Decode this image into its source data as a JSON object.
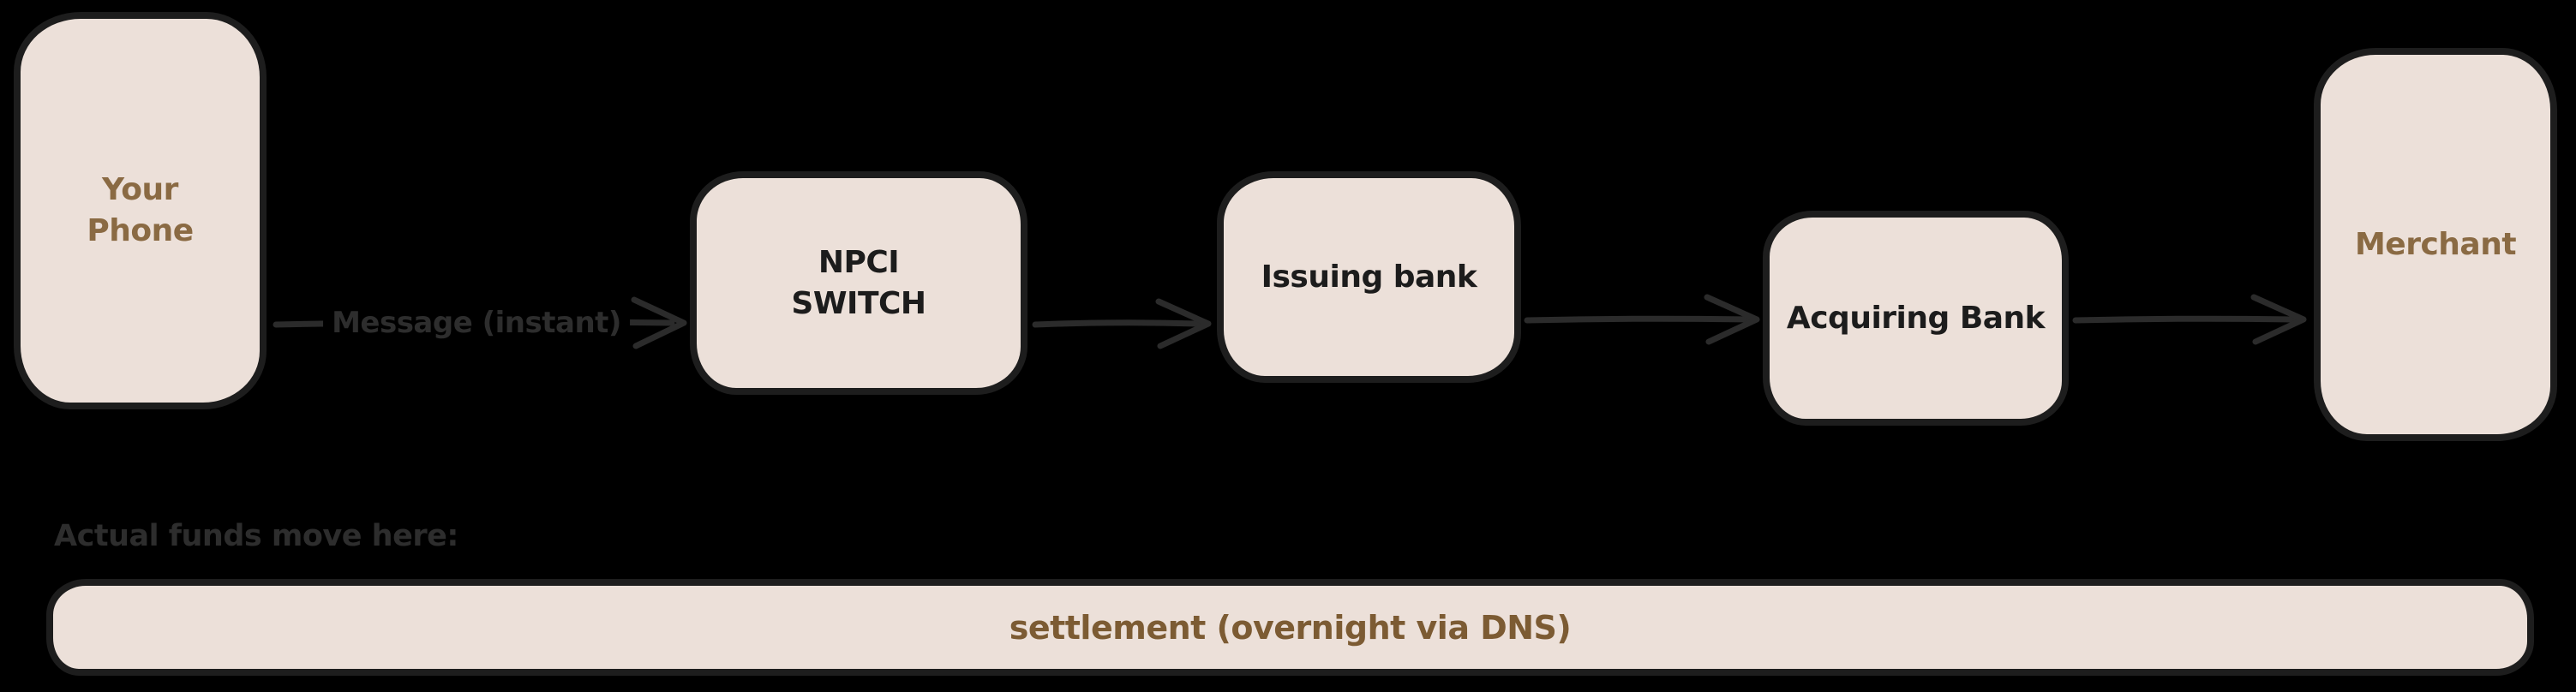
{
  "diagram": {
    "background": "#000000",
    "palette": {
      "node_fill": "#ece0d9",
      "node_border": "#1d1d1d",
      "arrow": "#2b2b2b",
      "dark_text": "#1c1c1c",
      "gray_label_text": "#2d2d2d",
      "brown_text": "#8a6a43",
      "settlement_text": "#7c5b33"
    },
    "nodes": {
      "phone": {
        "lines": [
          "Your",
          "Phone"
        ]
      },
      "npci": {
        "lines": [
          "NPCI",
          "SWITCH"
        ]
      },
      "issuing": {
        "lines": [
          "Issuing bank"
        ]
      },
      "acquiring": {
        "lines": [
          "Acquiring Bank"
        ]
      },
      "merchant": {
        "lines": [
          "Merchant"
        ]
      },
      "settlement": {
        "lines": [
          "settlement (overnight via DNS)"
        ]
      }
    },
    "edges": {
      "message": {
        "from": "phone",
        "to": "npci",
        "label": "Message (instant)"
      },
      "npci_to_issuing": {
        "from": "npci",
        "to": "issuing"
      },
      "issuing_to_acquiring": {
        "from": "issuing",
        "to": "acquiring"
      },
      "acquiring_to_merchant": {
        "from": "acquiring",
        "to": "merchant"
      }
    },
    "caption": "Actual funds move here:"
  }
}
